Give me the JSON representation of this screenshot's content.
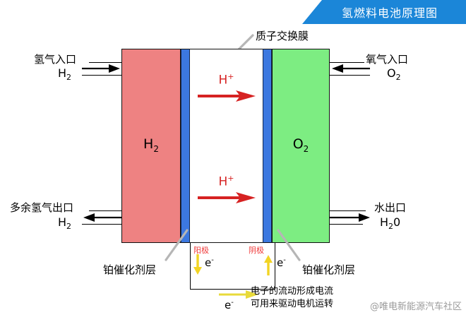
{
  "banner": {
    "title": "氢燃料电池原理图"
  },
  "cell": {
    "anode_block": {
      "label_html": "H",
      "label_sub": "2",
      "color": "#ee8282"
    },
    "membrane_left": {
      "name": "proton-exchange-membrane-left",
      "color": "#3c78e0"
    },
    "middle": {
      "name": "electrolyte-gap",
      "color": "#ffffff"
    },
    "membrane_right": {
      "name": "proton-exchange-membrane-right",
      "color": "#3c78e0"
    },
    "cathode_block": {
      "label_html": "O",
      "label_sub": "2",
      "color": "#7ded82"
    }
  },
  "callouts": {
    "membrane": "质子交换膜",
    "catalyst_left": "铂催化剂层",
    "catalyst_right": "铂催化剂层"
  },
  "ports": {
    "hydrogen_inlet": {
      "label": "氢气入口",
      "formula": "H",
      "sub": "2"
    },
    "oxygen_inlet": {
      "label": "氧气入口",
      "formula": "O",
      "sub": "2"
    },
    "hydrogen_outlet": {
      "label": "多余氢气出口",
      "formula": "H",
      "sub": "2"
    },
    "water_outlet": {
      "label": "水出口",
      "formula_a": "H",
      "sub": "2",
      "formula_b": "0"
    }
  },
  "protons": {
    "top": {
      "label": "H",
      "sup": "+",
      "color": "#d62222"
    },
    "bottom": {
      "label": "H",
      "sup": "+",
      "color": "#d62222"
    }
  },
  "electrodes": {
    "anode": {
      "label": "阳极",
      "color": "#ef3b3b"
    },
    "cathode": {
      "label": "阴极",
      "color": "#ef3b3b"
    },
    "electron_left": {
      "label": "e",
      "sup": "-"
    },
    "electron_right": {
      "label": "e",
      "sup": "-"
    },
    "electron_legend": {
      "label": "e",
      "sup": "-"
    },
    "arrow_color": "#f2d423"
  },
  "legend": {
    "line1": "电子的流动形成电流",
    "line2": "可用来驱动电机运转"
  },
  "watermark": {
    "text": "@唯电新能源汽车社区"
  }
}
